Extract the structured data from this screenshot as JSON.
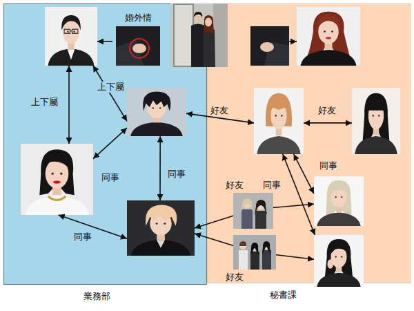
{
  "diagram": {
    "nodes": [
      {
        "text": [
          "業務部"
        ]
      },
      {
        "text": [],
        "in": 0
      },
      {
        "text": [
          "婚外情"
        ],
        "in": 0
      },
      {
        "text": [],
        "in": 0
      },
      {
        "text": [],
        "in": 0
      },
      {
        "text": [],
        "in": 0
      },
      {
        "text": [
          "秘書課"
        ]
      },
      {
        "text": [],
        "in": 6
      },
      {
        "text": [],
        "in": 6
      },
      {
        "text": [],
        "in": 6
      },
      {
        "text": [],
        "in": 6
      },
      {
        "text": [],
        "in": 6
      },
      {
        "text": [],
        "in": 6
      }
    ],
    "edges": [
      {
        "from": 2,
        "to": 1,
        "arrow": "to"
      },
      {
        "from": 7,
        "to": 8,
        "arrow": "to"
      },
      {
        "from": 1,
        "to": 4,
        "arrow": "both",
        "label": "上下屬"
      },
      {
        "from": 1,
        "to": 3,
        "arrow": "both",
        "label": "上下屬"
      },
      {
        "from": 3,
        "to": 4,
        "arrow": "both",
        "label": "同事"
      },
      {
        "from": 3,
        "to": 5,
        "arrow": "both",
        "label": "同事"
      },
      {
        "from": 4,
        "to": 5,
        "arrow": "both",
        "label": "同事"
      },
      {
        "from": 3,
        "to": 9,
        "arrow": "both",
        "label": "好友"
      },
      {
        "from": 9,
        "to": 10,
        "arrow": "both",
        "label": "好友"
      },
      {
        "from": 9,
        "to": 11,
        "arrow": "both",
        "label": "同事"
      },
      {
        "from": 9,
        "to": 12,
        "arrow": "both",
        "label": "同事"
      },
      {
        "from": 5,
        "to": 11,
        "arrow": "both",
        "label": "好友"
      },
      {
        "from": 5,
        "to": 12,
        "arrow": "both",
        "label": "好友"
      }
    ]
  }
}
